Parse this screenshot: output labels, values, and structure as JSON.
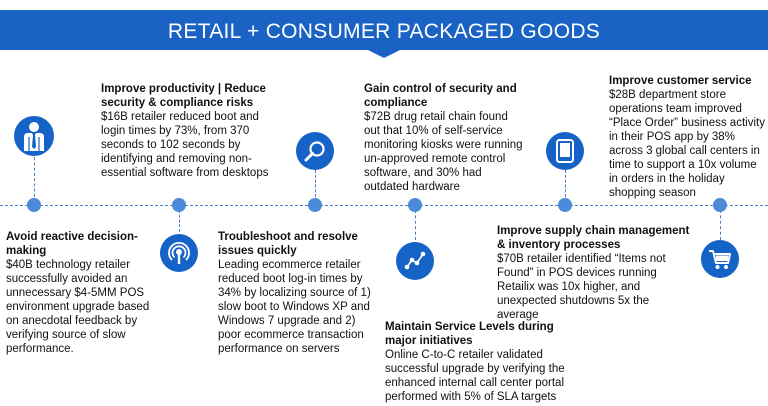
{
  "banner": {
    "title": "RETAIL + CONSUMER PACKAGED GOODS",
    "color": "#1a63c4"
  },
  "accent_colors": {
    "line": "#4a7cbd",
    "dot": "#4b8ad6",
    "icon_circle": "#1663c7"
  },
  "items": [
    {
      "title": "Avoid reactive decision-making",
      "body": "$40B technology retailer successfully avoided an unnecessary $4-5MM POS environment upgrade based on anecdotal feedback by verifying source of slow performance.",
      "icon": "person-icon",
      "position": "below"
    },
    {
      "title": "Improve productivity | Reduce security & compliance risks",
      "body": "$16B retailer reduced boot and login times by 73%, from 370 seconds to 102 seconds by identifying and removing non-essential software from desktops",
      "icon": "broadcast-icon",
      "position": "above"
    },
    {
      "title": "Troubleshoot and resolve issues quickly",
      "body": "Leading ecommerce retailer reduced boot log-in times by 34% by localizing source of 1) slow boot to Windows XP and Windows 7 upgrade and 2) poor ecommerce transaction performance on servers",
      "icon": "magnifier-icon",
      "position": "below"
    },
    {
      "title": "Gain control of security and compliance",
      "body": "$72B drug retail chain found out that 10% of self-service monitoring kiosks were running un-approved remote control software, and 30% had outdated hardware",
      "icon": "network-icon",
      "position": "above"
    },
    {
      "title": "Maintain Service Levels during major initiatives",
      "body": "Online C-to-C retailer validated successful upgrade by verifying the enhanced internal call center portal performed with 5% of SLA targets",
      "icon": "network-icon",
      "position": "below"
    },
    {
      "title": "Improve supply chain management & inventory processes",
      "body": "$70B retailer identified “Items not Found” in POS devices running Retailix was 10x higher, and unexpected shutdowns 5x the average",
      "icon": "tablet-icon",
      "position": "below"
    },
    {
      "title": "Improve customer service",
      "body": "$28B department store operations team improved “Place Order” business activity in their POS app by 38% across 3 global call centers in time to support a 10x volume in orders in the holiday shopping season",
      "icon": "cart-icon",
      "position": "above"
    }
  ]
}
